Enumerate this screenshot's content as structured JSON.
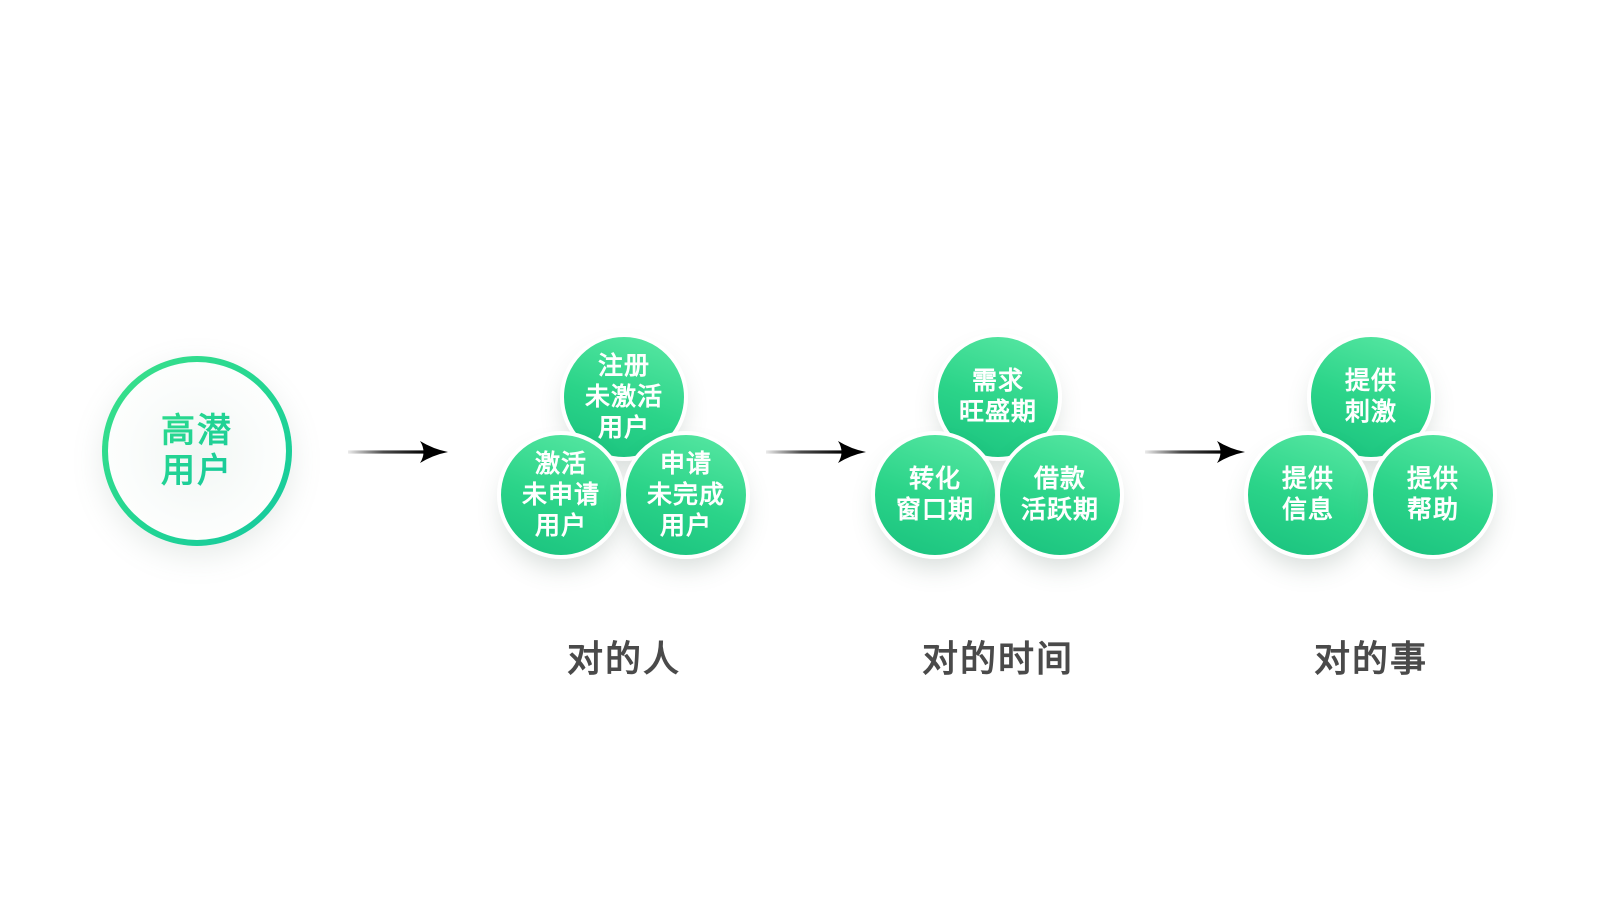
{
  "source": {
    "label": "高潜\n用户"
  },
  "stages": [
    {
      "caption": "对的人",
      "bubbles": {
        "top": "注册\n未激活\n用户",
        "bottom_left": "激活\n未申请\n用户",
        "bottom_right": "申请\n未完成\n用户"
      }
    },
    {
      "caption": "对的时间",
      "bubbles": {
        "top": "需求\n旺盛期",
        "bottom_left": "转化\n窗口期",
        "bottom_right": "借款\n活跃期"
      }
    },
    {
      "caption": "对的事",
      "bubbles": {
        "top": "提供\n刺激",
        "bottom_left": "提供\n信息",
        "bottom_right": "提供\n帮助"
      }
    }
  ],
  "colors": {
    "background": "#ffffff",
    "bubble_gradient_start": "#5ae8a4",
    "bubble_gradient_end": "#19c17e",
    "ring_gradient_start": "#3ce189",
    "ring_gradient_end": "#14c8a0",
    "bubble_text": "#ffffff",
    "caption_text": "#4a4a4a",
    "arrow": "#000000"
  }
}
